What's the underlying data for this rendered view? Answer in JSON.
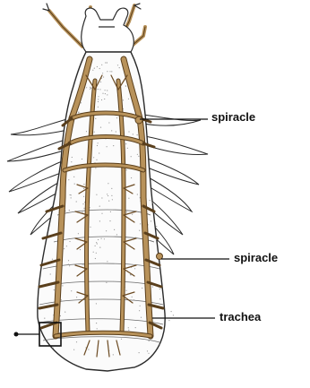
{
  "labels": {
    "spiracle_top": "spiracle",
    "spiracle_middle": "spiracle",
    "trachea": "trachea"
  },
  "colors": {
    "outline": "#2b2b2b",
    "trachea_fill": "#b8925a",
    "trachea_stroke": "#5a3f1c",
    "leader_line": "#111111",
    "stipple": "#9a9a9a"
  }
}
